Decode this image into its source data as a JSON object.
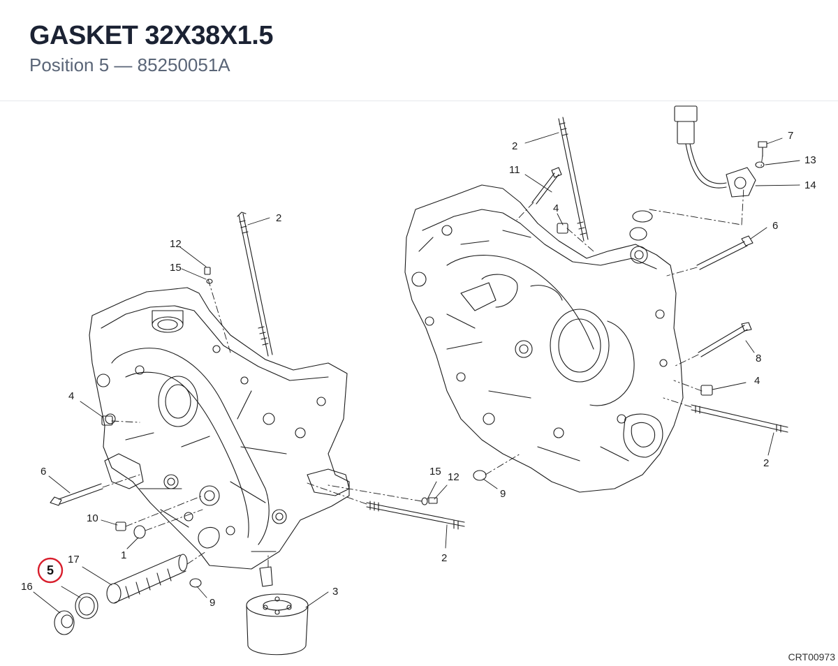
{
  "header": {
    "title": "GASKET 32X38X1.5",
    "subtitle": "Position 5 — 85250051A"
  },
  "diagram": {
    "reference_code": "CRT00973",
    "highlight_color": "#d81e2c",
    "highlighted_label": "5",
    "callouts": {
      "c1": "1",
      "c2a": "2",
      "c2b": "2",
      "c2c": "2",
      "c2d": "2",
      "c3": "3",
      "c4a": "4",
      "c4b": "4",
      "c4c": "4",
      "c6a": "6",
      "c6b": "6",
      "c7": "7",
      "c8": "8",
      "c9a": "9",
      "c9b": "9",
      "c10": "10",
      "c11": "11",
      "c12a": "12",
      "c12b": "12",
      "c13": "13",
      "c14": "14",
      "c15a": "15",
      "c15b": "15",
      "c16": "16",
      "c17": "17"
    }
  }
}
